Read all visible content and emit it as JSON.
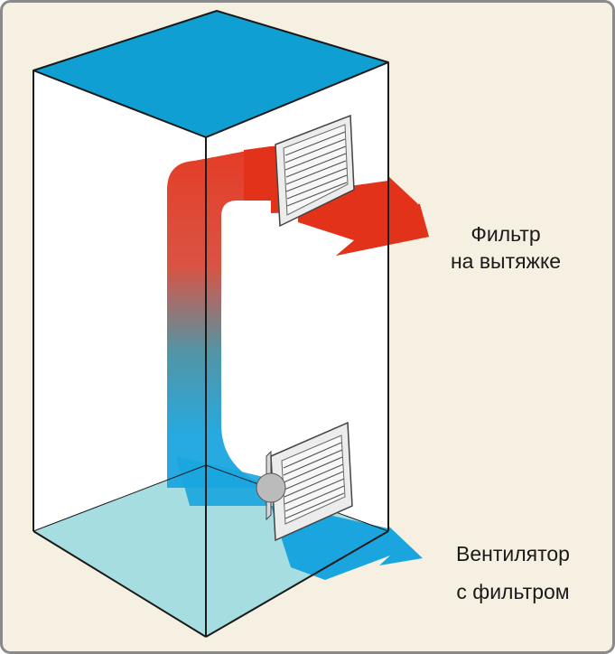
{
  "labels": {
    "exhaust_filter": {
      "line1": "Фильтр",
      "line2": "на вытяжке"
    },
    "intake_fan": {
      "line1": "Вентилятор",
      "line2": "с фильтром"
    }
  },
  "colors": {
    "frame_background": "#f6f0e2",
    "frame_border": "#8a8a8a",
    "cabinet_top": "#0f9fd2",
    "cabinet_floor": "#a5dde0",
    "cabinet_edges": "#1a1a1a",
    "hot_air": "#e3321a",
    "cool_air": "#1aa5df",
    "grille": "#f2f2f2",
    "grille_lines": "#555555"
  },
  "icons": {
    "exhaust": "vent-grille-icon",
    "intake": "fan-grille-icon"
  }
}
